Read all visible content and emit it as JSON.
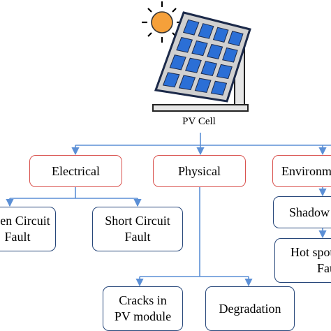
{
  "root": {
    "label": "PV Cell",
    "icon": "solar-panel-with-sun-icon"
  },
  "categories": [
    {
      "label": "Electrical",
      "children": [
        {
          "lines": [
            "Open Circuit",
            "Fault"
          ]
        },
        {
          "lines": [
            "Short Circuit",
            "Fault"
          ]
        }
      ]
    },
    {
      "label": "Physical",
      "children": [
        {
          "lines": [
            "Cracks in",
            "PV module"
          ]
        },
        {
          "lines": [
            "Degradation"
          ]
        }
      ]
    },
    {
      "label": "Environmental",
      "children": [
        {
          "lines": [
            "Shadow"
          ]
        },
        {
          "lines": [
            "Hot spot",
            "Fault"
          ]
        }
      ]
    }
  ],
  "colors": {
    "category_border": "#d9534f",
    "leaf_border": "#27477a",
    "connector": "#5b8fd6",
    "panel_cell": "#2b6fd6",
    "panel_frame": "#1c2a4a",
    "sun": "#f5a03a"
  }
}
